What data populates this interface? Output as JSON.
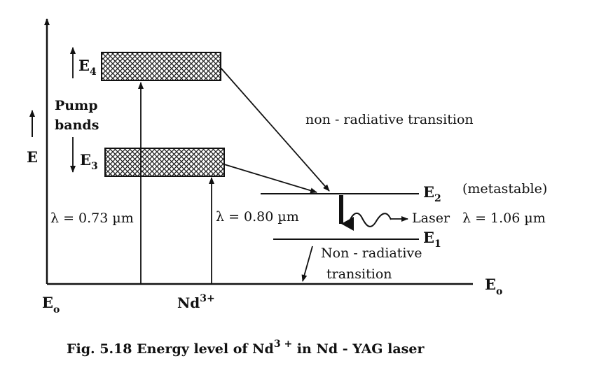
{
  "axis": {
    "label": "E"
  },
  "pump": {
    "line1": "Pump",
    "line2": "bands"
  },
  "levels": {
    "e4": {
      "base": "E",
      "sub": "4"
    },
    "e3": {
      "base": "E",
      "sub": "3"
    },
    "e2": {
      "base": "E",
      "sub": "2",
      "note": "(metastable)"
    },
    "e1": {
      "base": "E",
      "sub": "1"
    },
    "e0_left": {
      "base": "E",
      "sub": "o"
    },
    "e0_right": {
      "base": "E",
      "sub": "o"
    }
  },
  "transitions": {
    "upper_nonradiative": "non - radiative transition",
    "lower_nonradiative_line1": "Non - radiative",
    "lower_nonradiative_line2": "transition"
  },
  "pump_wavelengths": {
    "left": "λ = 0.73 µm",
    "right": "λ = 0.80 µm"
  },
  "laser": {
    "label": "Laser",
    "wavelength": "λ = 1.06 µm"
  },
  "ion": {
    "base": "Nd",
    "sup": "3+"
  },
  "caption": {
    "prefix": "Fig. 5.18  Energy level of Nd",
    "sup": "3 +",
    "suffix": " in Nd - YAG laser"
  }
}
